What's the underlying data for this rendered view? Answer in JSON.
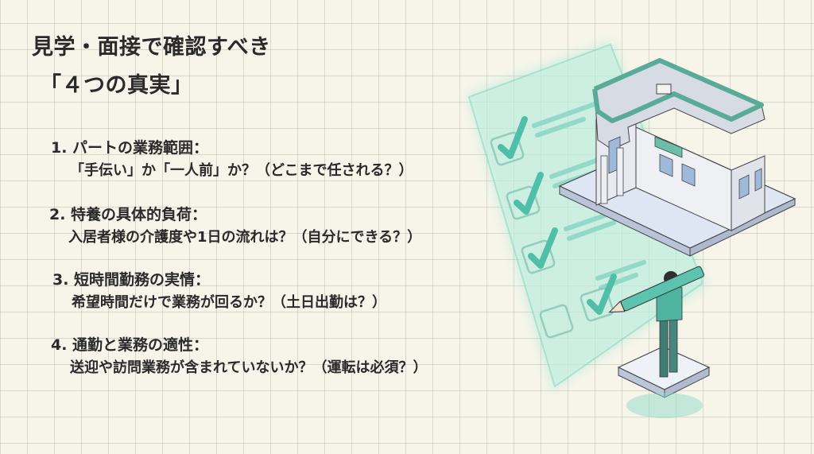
{
  "title": {
    "line1": "見学・面接で確認すべき",
    "line2": "「４つの真実」"
  },
  "items": [
    {
      "head": "1. パートの業務範囲：",
      "sub": "「手伝い」か「一人前」か？（どこまで任される？）"
    },
    {
      "head": "2. 特養の具体的負荷：",
      "sub": "入居者様の介護度や1日の流れは？（自分にできる？）"
    },
    {
      "head": "3. 短時間勤務の実情：",
      "sub": "希望時間だけで業務が回るか？（土日出勤は？）"
    },
    {
      "head": "4. 通勤と業務の適性：",
      "sub": "送迎や訪問業務が含まれていないか？（運転は必須？）"
    }
  ],
  "illustration": {
    "checklist_icon": "checklist-board-icon",
    "building_icon": "care-facility-building-icon",
    "person_icon": "person-with-pencil-icon",
    "accent_color": "#5cc4ae",
    "checked_count": 4,
    "unchecked_count": 1
  },
  "colors": {
    "background": "#f7f5ea",
    "text": "#2a2a2a",
    "accent": "#5cc4ae"
  }
}
